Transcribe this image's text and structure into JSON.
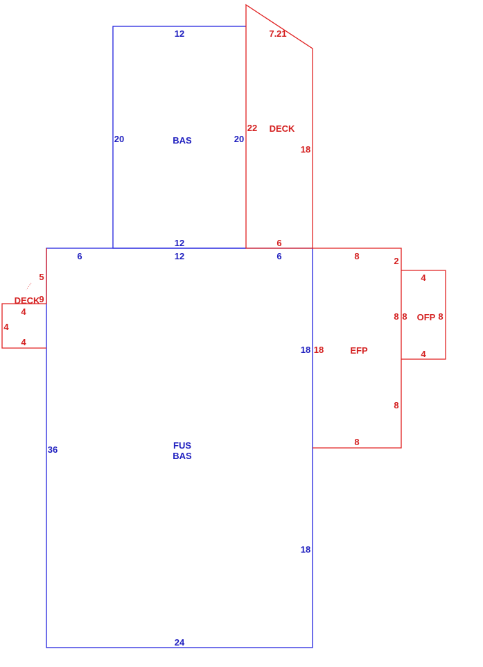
{
  "colors": {
    "bas": "#1f1fdd",
    "addition": "#e02020"
  },
  "areas": {
    "bas_upper": {
      "label": "BAS",
      "dims": {
        "top": "12",
        "left": "20",
        "right": "20",
        "bottom": "12"
      }
    },
    "fus_bas": {
      "label_line1": "FUS",
      "label_line2": "BAS",
      "dims": {
        "top_left": "6",
        "top_mid": "12",
        "top_right": "6",
        "left": "36",
        "right_upper": "18",
        "right_lower": "18",
        "bottom": "24"
      }
    },
    "deck_top": {
      "label": "DECK",
      "dims": {
        "slant": "7.21",
        "left": "22",
        "right": "18",
        "bottom": "6"
      }
    },
    "efp": {
      "label": "EFP",
      "dims": {
        "top": "8",
        "left": "18",
        "right_top": "2",
        "right_mid": "8",
        "right_low": "8",
        "bottom": "8"
      }
    },
    "ofp": {
      "label": "OFP",
      "dims": {
        "top": "4",
        "left": "8",
        "right": "8",
        "bottom": "4"
      }
    },
    "deck_left": {
      "label": "DECK",
      "dims": {
        "diag": "5",
        "right": "9",
        "top": "4",
        "left": "4",
        "bottom": "4"
      }
    }
  }
}
